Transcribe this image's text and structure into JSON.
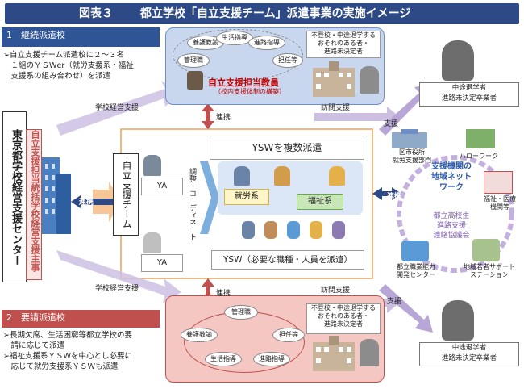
{
  "title": {
    "fig": "図表３",
    "main": "都立学校「自立支援チーム」派遣事業の実施イメージ"
  },
  "continuous": {
    "heading": "1　継続派遣校",
    "lines": [
      "➢自立支援チーム派遣校に２～３名",
      "　１組のＹＳＷer（就労支援系・福祉",
      "　支援系の組み合わせ）を派遣"
    ]
  },
  "request": {
    "heading": "2　要請派遣校",
    "lines": [
      "➢長期欠席、生活困窮等都立学校の要",
      "　請に応じて派遣",
      "➢福祉支援系ＹＳＷを中心とし必要に",
      "　応じて就労支援系ＹＳＷも派遣"
    ]
  },
  "center_org": "東京都学校経営支援センター",
  "supervisor": "自立支援担当統括学校経営支援主事",
  "school_roles_top": [
    "養護教諭",
    "生活指導",
    "進路指導",
    "管理職",
    "担任等"
  ],
  "school_roles_bottom": [
    "管理職",
    "養護教諭",
    "担任等",
    "生活指導",
    "進路指導"
  ],
  "teacher_label": "自立支援担当教員",
  "teacher_sub": "（校内支援体制の構築）",
  "target_top": [
    "不登校・中途退学する",
    "おそれのある者・",
    "進路未決定者"
  ],
  "target_bottom": [
    "不登校・中途退学する",
    "おそれのある者・",
    "進路未決定者"
  ],
  "dropout_top": [
    "中途退学者",
    "進路未決定卒業者"
  ],
  "dropout_bottom": [
    "中途退学者",
    "進路未決定卒業者"
  ],
  "team": "自立支援チーム",
  "ya": "YA",
  "coordinate": "調整・コーディネート",
  "ysw_multi": "YSWを複数派遣",
  "employment": "就労系",
  "welfare": "福祉系",
  "ysw_need": "YSW（必要な職種・人員を派遣）",
  "arrows": {
    "mgmt_top": "学校経営支援",
    "mgmt_bottom": "学校経営支援",
    "link": "連携",
    "visit_top": "訪問支援",
    "visit_bottom": "訪問支援",
    "support_top": "支援",
    "support_bottom": "支援"
  },
  "network": {
    "title": [
      "支援機関の",
      "地域ネット",
      "ワーク"
    ],
    "council": [
      "都立高校生",
      "進路支援",
      "連絡協議会"
    ],
    "city": [
      "区市役所",
      "就労支援部門"
    ],
    "hellowork": "ハローワーク",
    "welfare_med": [
      "福祉・医療",
      "機関等"
    ],
    "vocational": [
      "都立職業能力",
      "開発センター"
    ],
    "youth": [
      "地域若者サポート",
      "ステーション"
    ]
  },
  "colors": {
    "navy": "#2d4a86",
    "sec_blue": "#2f5597",
    "sec_red": "#c0504d",
    "pink": "#f4c7c3",
    "lightblue": "#c9d7ee",
    "purple": "#7d5fb0"
  }
}
